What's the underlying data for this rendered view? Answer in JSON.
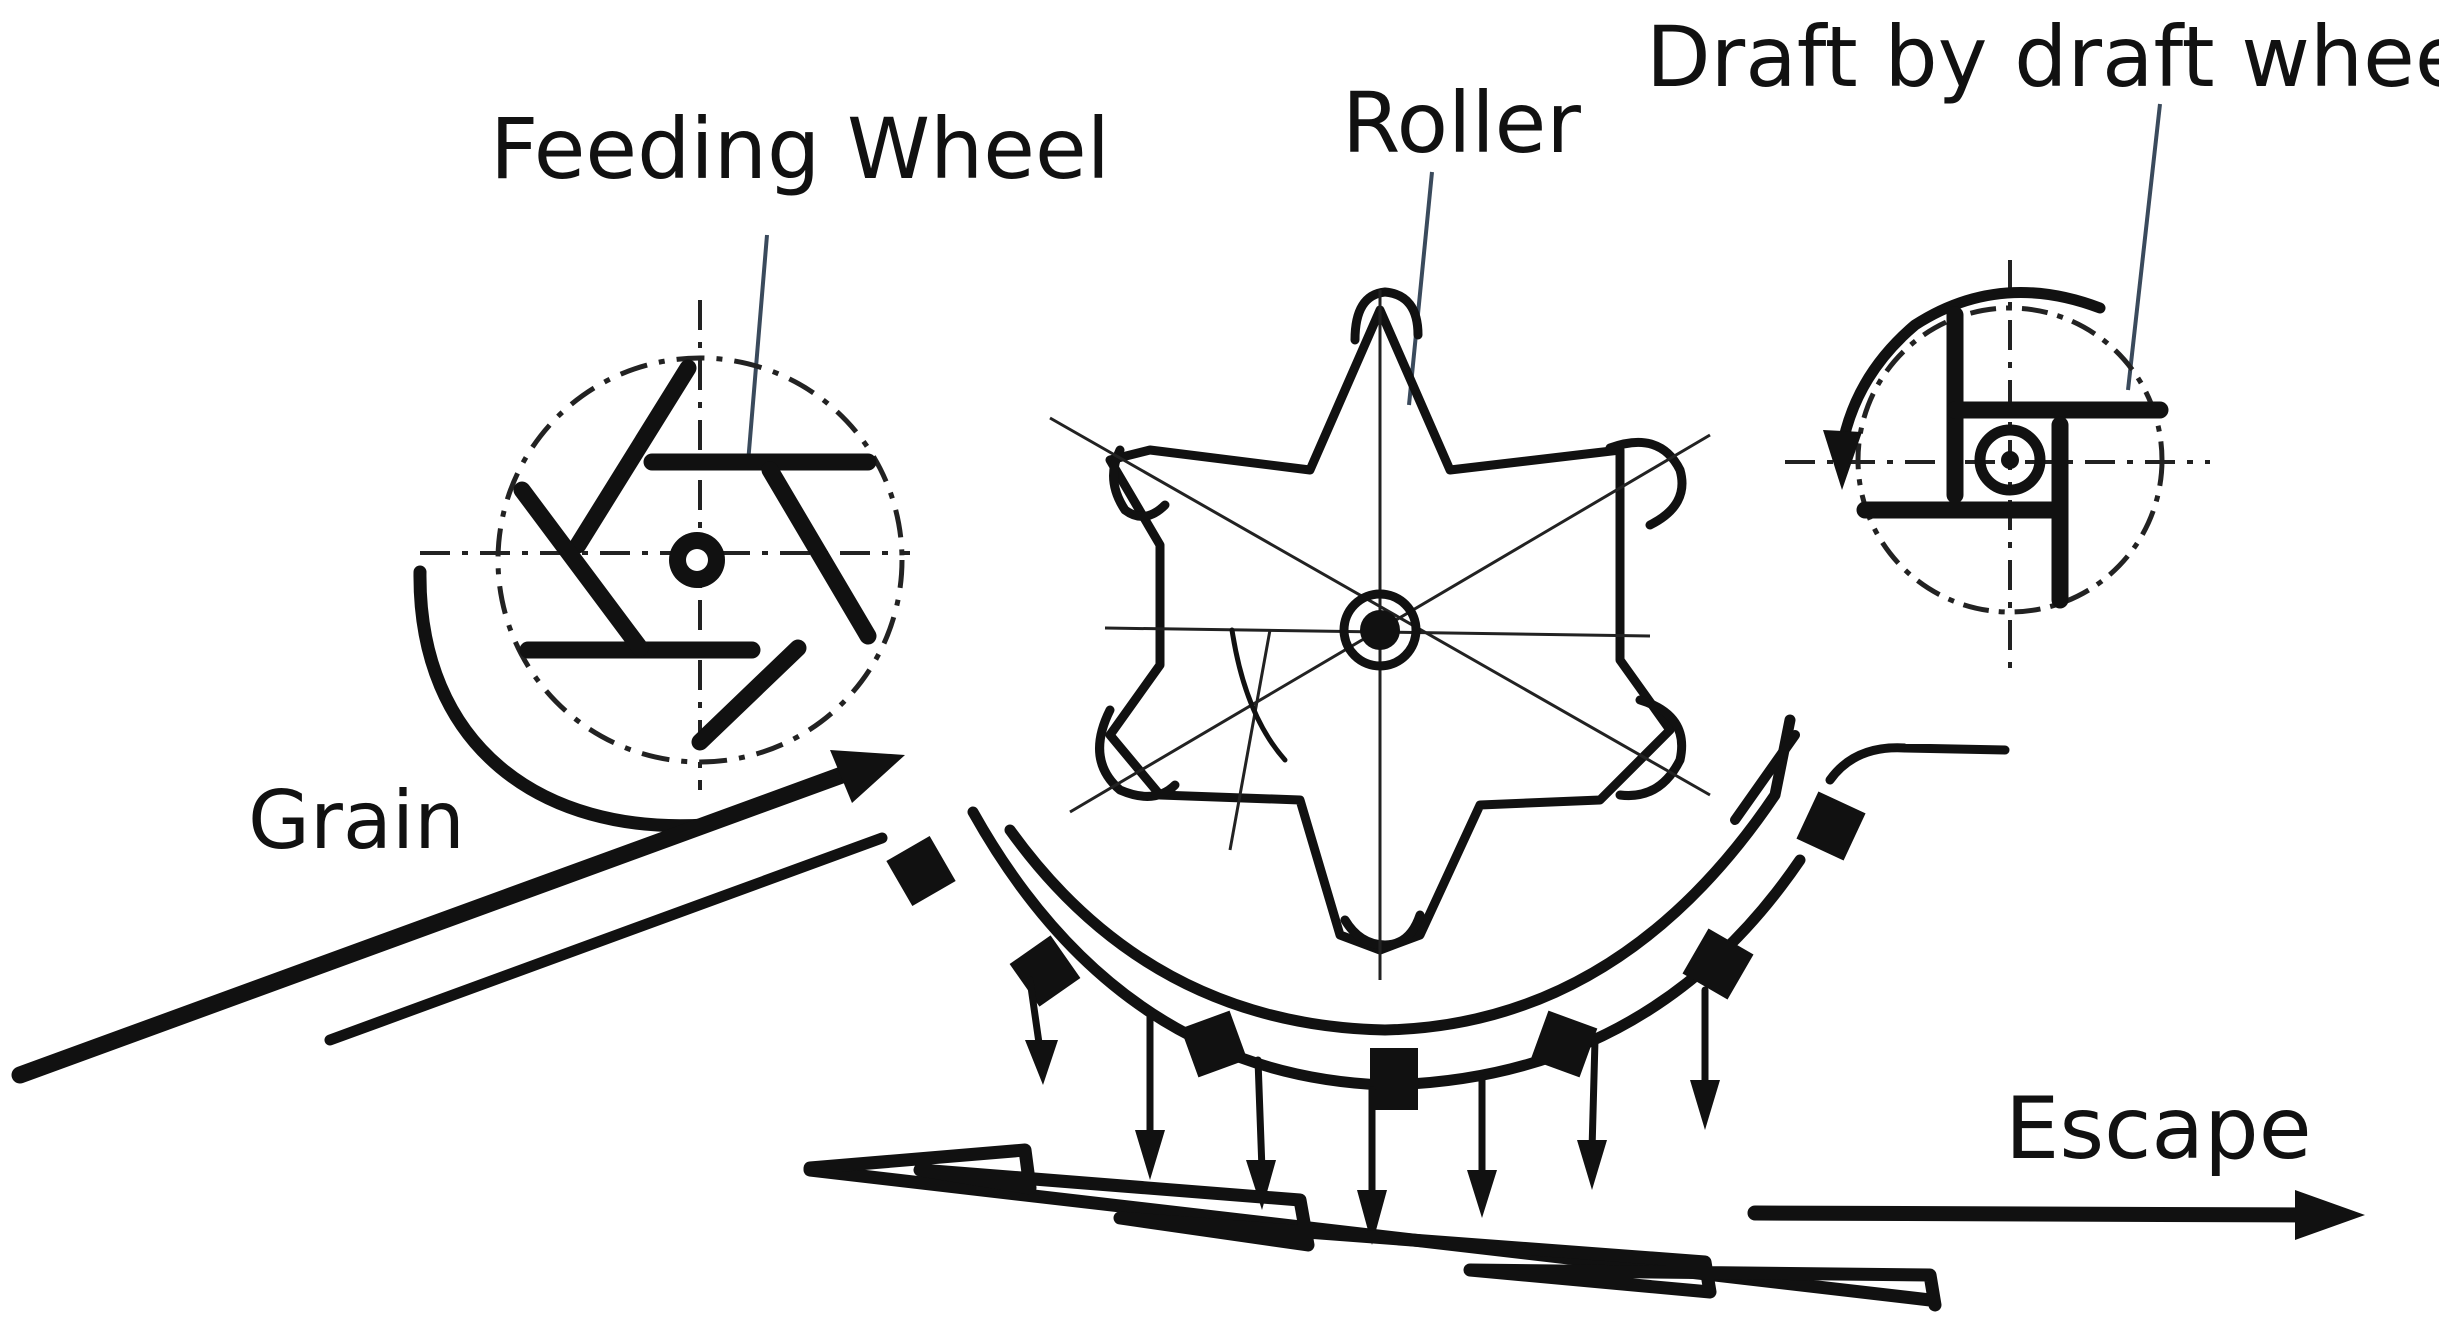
{
  "labels": {
    "feeding_wheel": "Feeding Wheel",
    "roller": "Roller",
    "draft_wheel": "Draft by draft wheel",
    "grain": "Grain",
    "escape": "Escape"
  },
  "colors": {
    "ink": "#111111",
    "leader_line": "#3a4a5c",
    "background": "#ffffff"
  }
}
